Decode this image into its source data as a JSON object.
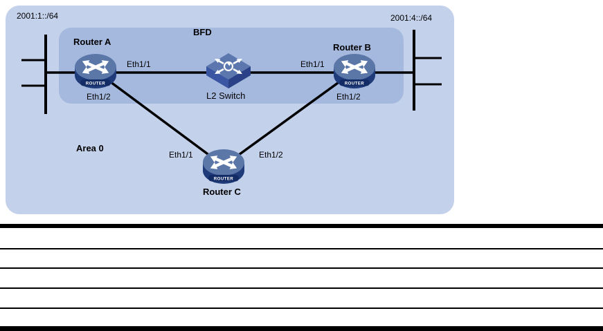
{
  "figure": {
    "zones": {
      "area_label": "Area 0",
      "bfd_label": "BFD"
    },
    "networks": {
      "left": "2001:1::/64",
      "right": "2001:4::/64"
    },
    "router_badge": "ROUTER",
    "routerA": {
      "label": "Router A",
      "eth1": "Eth1/1",
      "eth2": "Eth1/2"
    },
    "routerB": {
      "label": "Router B",
      "eth1": "Eth1/1",
      "eth2": "Eth1/2"
    },
    "routerC": {
      "label": "Router C",
      "eth1": "Eth1/1",
      "eth2": "Eth1/2"
    },
    "switch": {
      "label": "L2 Switch"
    },
    "colors": {
      "area_fill": "#c3d1ea",
      "bfd_zone_fill": "#a5b9de",
      "link": "#000000",
      "router_top": "#5a77a8",
      "router_side": "#1f3b7a",
      "router_band": "#132c66",
      "switch_top": "#5b77ae",
      "switch_left": "#3a55a2",
      "switch_right": "#2a4187"
    },
    "table": {
      "row_count": 5
    }
  }
}
